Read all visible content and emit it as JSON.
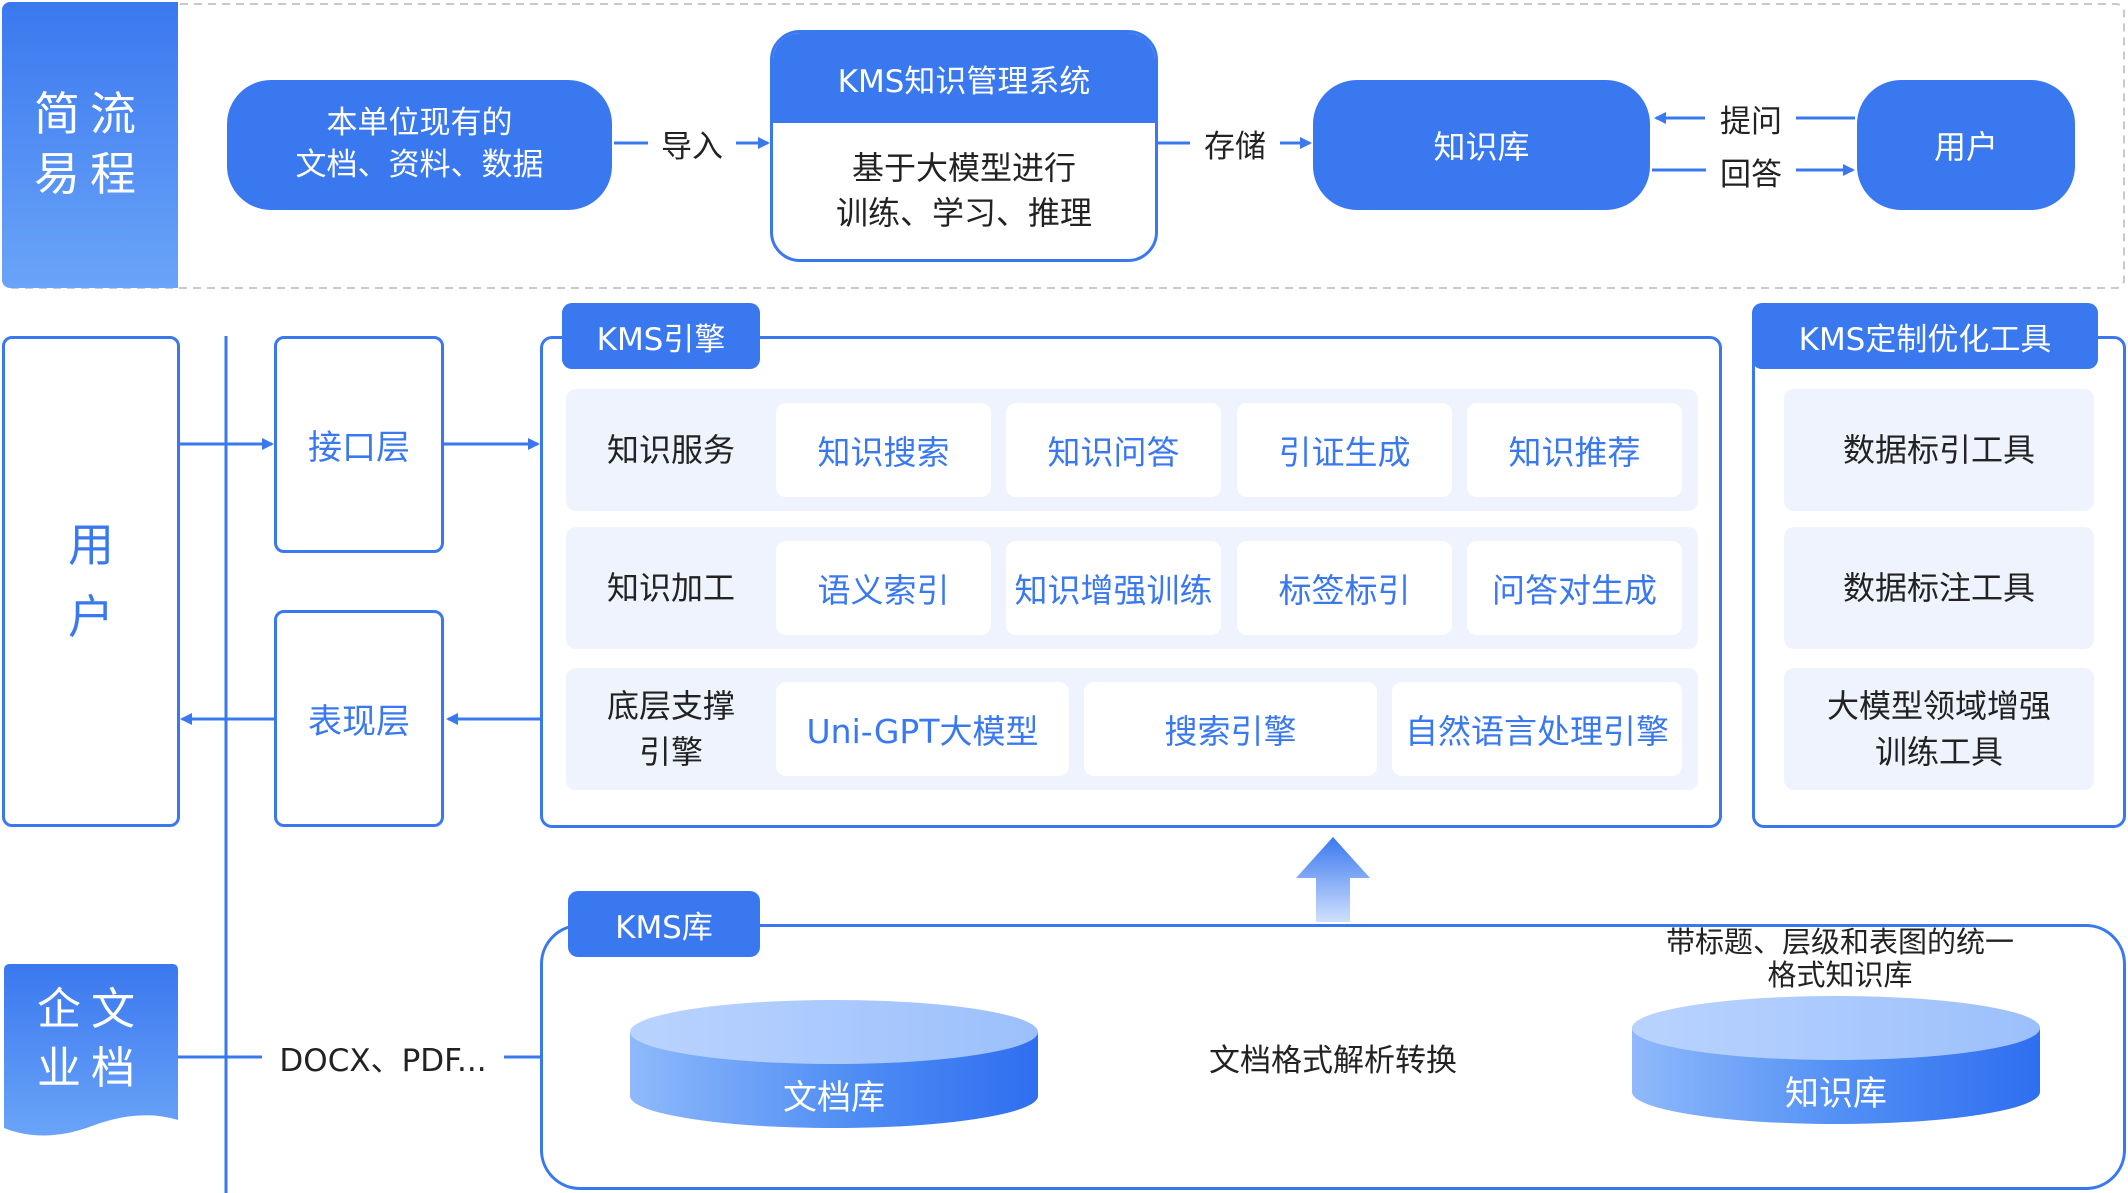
{
  "flow": {
    "side_title": "简流\n易程",
    "source": "本单位现有的\n文档、资料、数据",
    "import_label": "导入",
    "kms_system": {
      "title": "KMS知识管理系统",
      "body": "基于大模型进行\n训练、学习、推理"
    },
    "store_label": "存储",
    "knowledge_base": "知识库",
    "ask_label": "提问",
    "answer_label": "回答",
    "user": "用户"
  },
  "arch": {
    "user": "用\n户",
    "interface_layer": "接口层",
    "presentation_layer": "表现层",
    "engine": {
      "tab": "KMS引擎",
      "rows": [
        {
          "label": "知识服务",
          "cells": [
            "知识搜索",
            "知识问答",
            "引证生成",
            "知识推荐"
          ]
        },
        {
          "label": "知识加工",
          "cells": [
            "语义索引",
            "知识增强训练",
            "标签标引",
            "问答对生成"
          ]
        },
        {
          "label": "底层支撑\n引擎",
          "cells": [
            "Uni-GPT大模型",
            "搜索引擎",
            "自然语言处理引擎"
          ]
        }
      ]
    },
    "tools": {
      "tab": "KMS定制优化工具",
      "items": [
        "数据标引工具",
        "数据标注工具",
        "大模型领域增强\n训练工具"
      ]
    },
    "library": {
      "tab": "KMS库",
      "doc_db": "文档库",
      "convert_label": "文档格式解析转换",
      "kb_db": "知识库",
      "kb_caption": "带标题、层级和表图的统一\n格式知识库"
    },
    "enterprise_docs": "企文\n业档",
    "formats": "DOCX、PDF..."
  },
  "colors": {
    "accent": "#3a78ef",
    "panel": "#eef3fd",
    "line": "#3a78ef"
  }
}
